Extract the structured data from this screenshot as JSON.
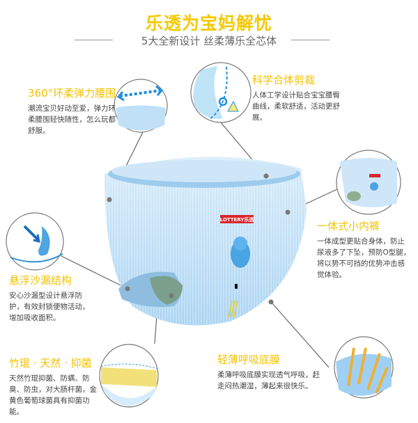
{
  "header": {
    "title": "乐透为宝妈解忧",
    "subtitle": "5大全新设计 丝柔薄乐全芯体"
  },
  "brand": {
    "logo_text": "LOTTERY乐透",
    "accent_color": "#f4c900",
    "product_color": "#bfe0f7"
  },
  "features": [
    {
      "title": "360°环柔弹力腰围",
      "body": "潮流宝贝好动至爱，弹力环柔腰围轻快随性，怎么玩都舒服。",
      "icon": "double-arrow-waist-icon"
    },
    {
      "title": "科学合体剪裁",
      "body": "人体工学设计贴合宝宝腰臀曲线，柔软舒适，活动更舒展。",
      "icon": "butterfly-cut-icon"
    },
    {
      "title": "一体式小内裤",
      "body": "一体成型更贴合身体，防止尿液多了下坠，预防O型腿，将以势不可挡的优势冲击感觉体验。",
      "icon": "pants-thumbnail-icon"
    },
    {
      "title": "悬浮沙漏结构",
      "body": "安心沙漏型设计悬浮防护，有效封锁便物活动，增加吸收面积。",
      "icon": "droplet-arrow-icon"
    },
    {
      "title": "竹琨 · 天然 · 抑菌",
      "body": "天然竹琨抑菌、防螨、防臭、防虫，对大肠杆菌，金黄色葡萄球菌具有抑菌功能。",
      "icon": "layer-cross-section-icon"
    },
    {
      "title": "轻薄呼吸底膜",
      "body": "柔薄呼吸底膜实现透气呼吸，赶走闷热潮湿，薄起来很快乐。",
      "icon": "breathable-arrows-icon"
    }
  ]
}
